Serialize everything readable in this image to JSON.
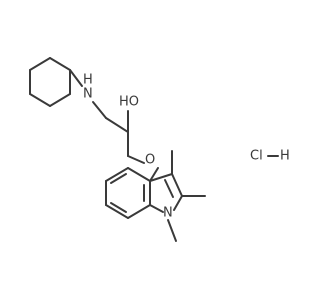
{
  "molecule": {
    "atoms": {
      "nitrogen_amine": "N",
      "amine_h": "H",
      "hydroxyl": "HO",
      "ether_oxygen": "O",
      "indole_nitrogen": "N",
      "salt": "Cl",
      "salt_h": "H"
    }
  },
  "colors": {
    "bond": "#3a3a3a",
    "text": "#3a3a3a",
    "background": "#ffffff"
  }
}
